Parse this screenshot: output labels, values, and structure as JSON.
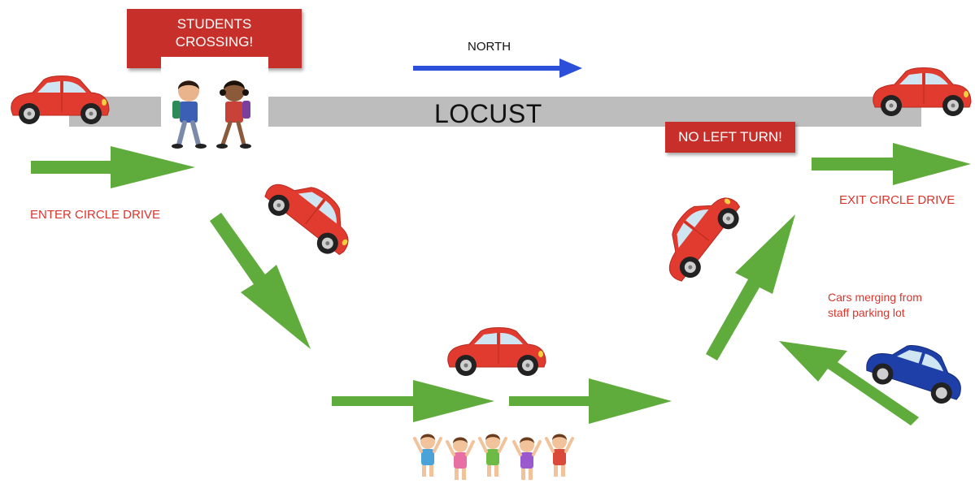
{
  "road": {
    "name": "LOCUST"
  },
  "direction": {
    "label": "NORTH"
  },
  "signs": {
    "students_crossing_line1": "STUDENTS",
    "students_crossing_line2": "CROSSING!",
    "no_left_turn": "NO LEFT TURN!"
  },
  "labels": {
    "enter": "ENTER CIRCLE DRIVE",
    "exit": "EXIT CIRCLE DRIVE",
    "merging_line1": "Cars merging from",
    "merging_line2": "staff parking lot"
  },
  "colors": {
    "arrow_green": "#5fab3c",
    "north_arrow_blue": "#2b4fd8",
    "sign_red": "#c7302a",
    "text_red": "#d9352c",
    "car_red": "#e03b2e",
    "car_blue": "#1f3fa8",
    "road_gray": "#bdbdbd"
  },
  "icons": [
    "red-car-icon",
    "blue-car-icon",
    "walking-students-icon",
    "cheering-kids-icon",
    "green-arrow-icon",
    "north-arrow-icon"
  ]
}
